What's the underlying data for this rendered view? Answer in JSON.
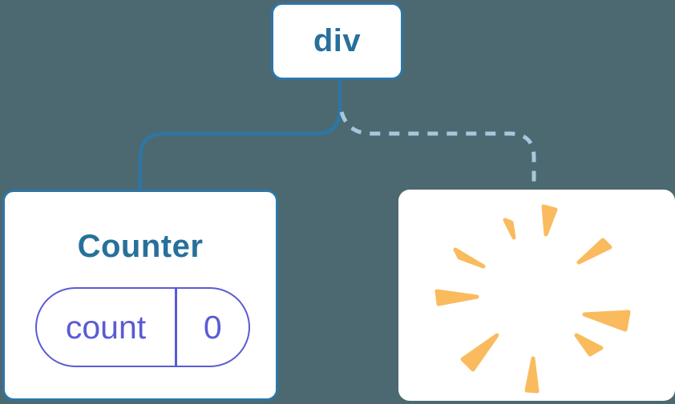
{
  "diagram": {
    "description": "component-tree",
    "root": {
      "label": "div"
    },
    "counter": {
      "title": "Counter",
      "state_key": "count",
      "state_value": "0"
    },
    "removed": {
      "icon": "poof-icon"
    },
    "edges": [
      {
        "from": "div",
        "to": "counter",
        "style": "solid"
      },
      {
        "from": "div",
        "to": "removed",
        "style": "dashed"
      }
    ]
  },
  "colors": {
    "background": "#4C6971",
    "node_bg": "#FFFFFF",
    "node_border": "#2E76A6",
    "node_text": "#27709B",
    "state_accent": "#5B5BD3",
    "edge_dashed": "#A6C7DC",
    "poof_orange": "#FABB5E"
  }
}
